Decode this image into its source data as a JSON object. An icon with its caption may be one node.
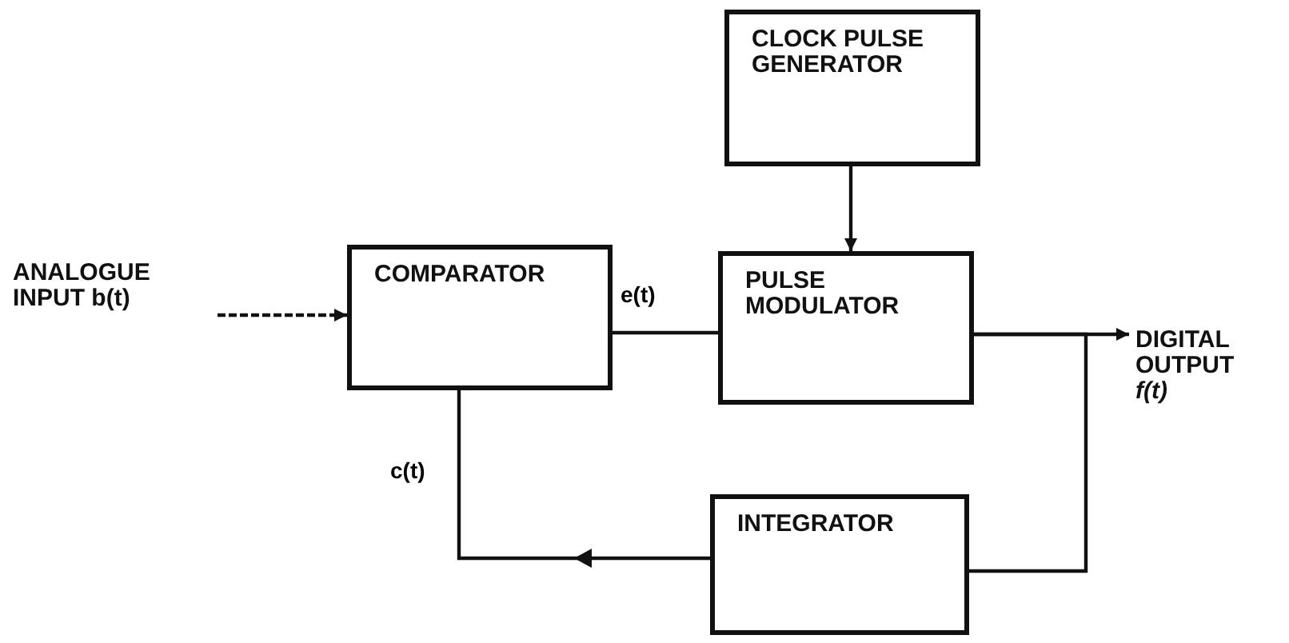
{
  "diagram": {
    "nodes": [
      {
        "text": [
          "ANALOGUE INPUT b(t)"
        ]
      },
      {
        "text": [
          "COMPARATOR"
        ]
      },
      {
        "text": [
          "CLOCK PULSE GENERATOR"
        ]
      },
      {
        "text": [
          "PULSE MODULATOR"
        ]
      },
      {
        "text": [
          "DIGITAL OUTPUT",
          "f(t)"
        ]
      },
      {
        "text": [
          "INTEGRATOR"
        ]
      }
    ],
    "edges": [
      {
        "from": 0,
        "to": 1,
        "arrow": "to",
        "style": "dashed"
      },
      {
        "from": 1,
        "to": 3,
        "arrow": "none",
        "label": "e(t)"
      },
      {
        "from": 2,
        "to": 3,
        "arrow": "to"
      },
      {
        "from": 3,
        "to": 4,
        "arrow": "to"
      },
      {
        "from": 3,
        "to": 5,
        "arrow": "none"
      },
      {
        "from": 5,
        "to": 1,
        "arrow": "to",
        "label": "c(t)"
      }
    ]
  }
}
